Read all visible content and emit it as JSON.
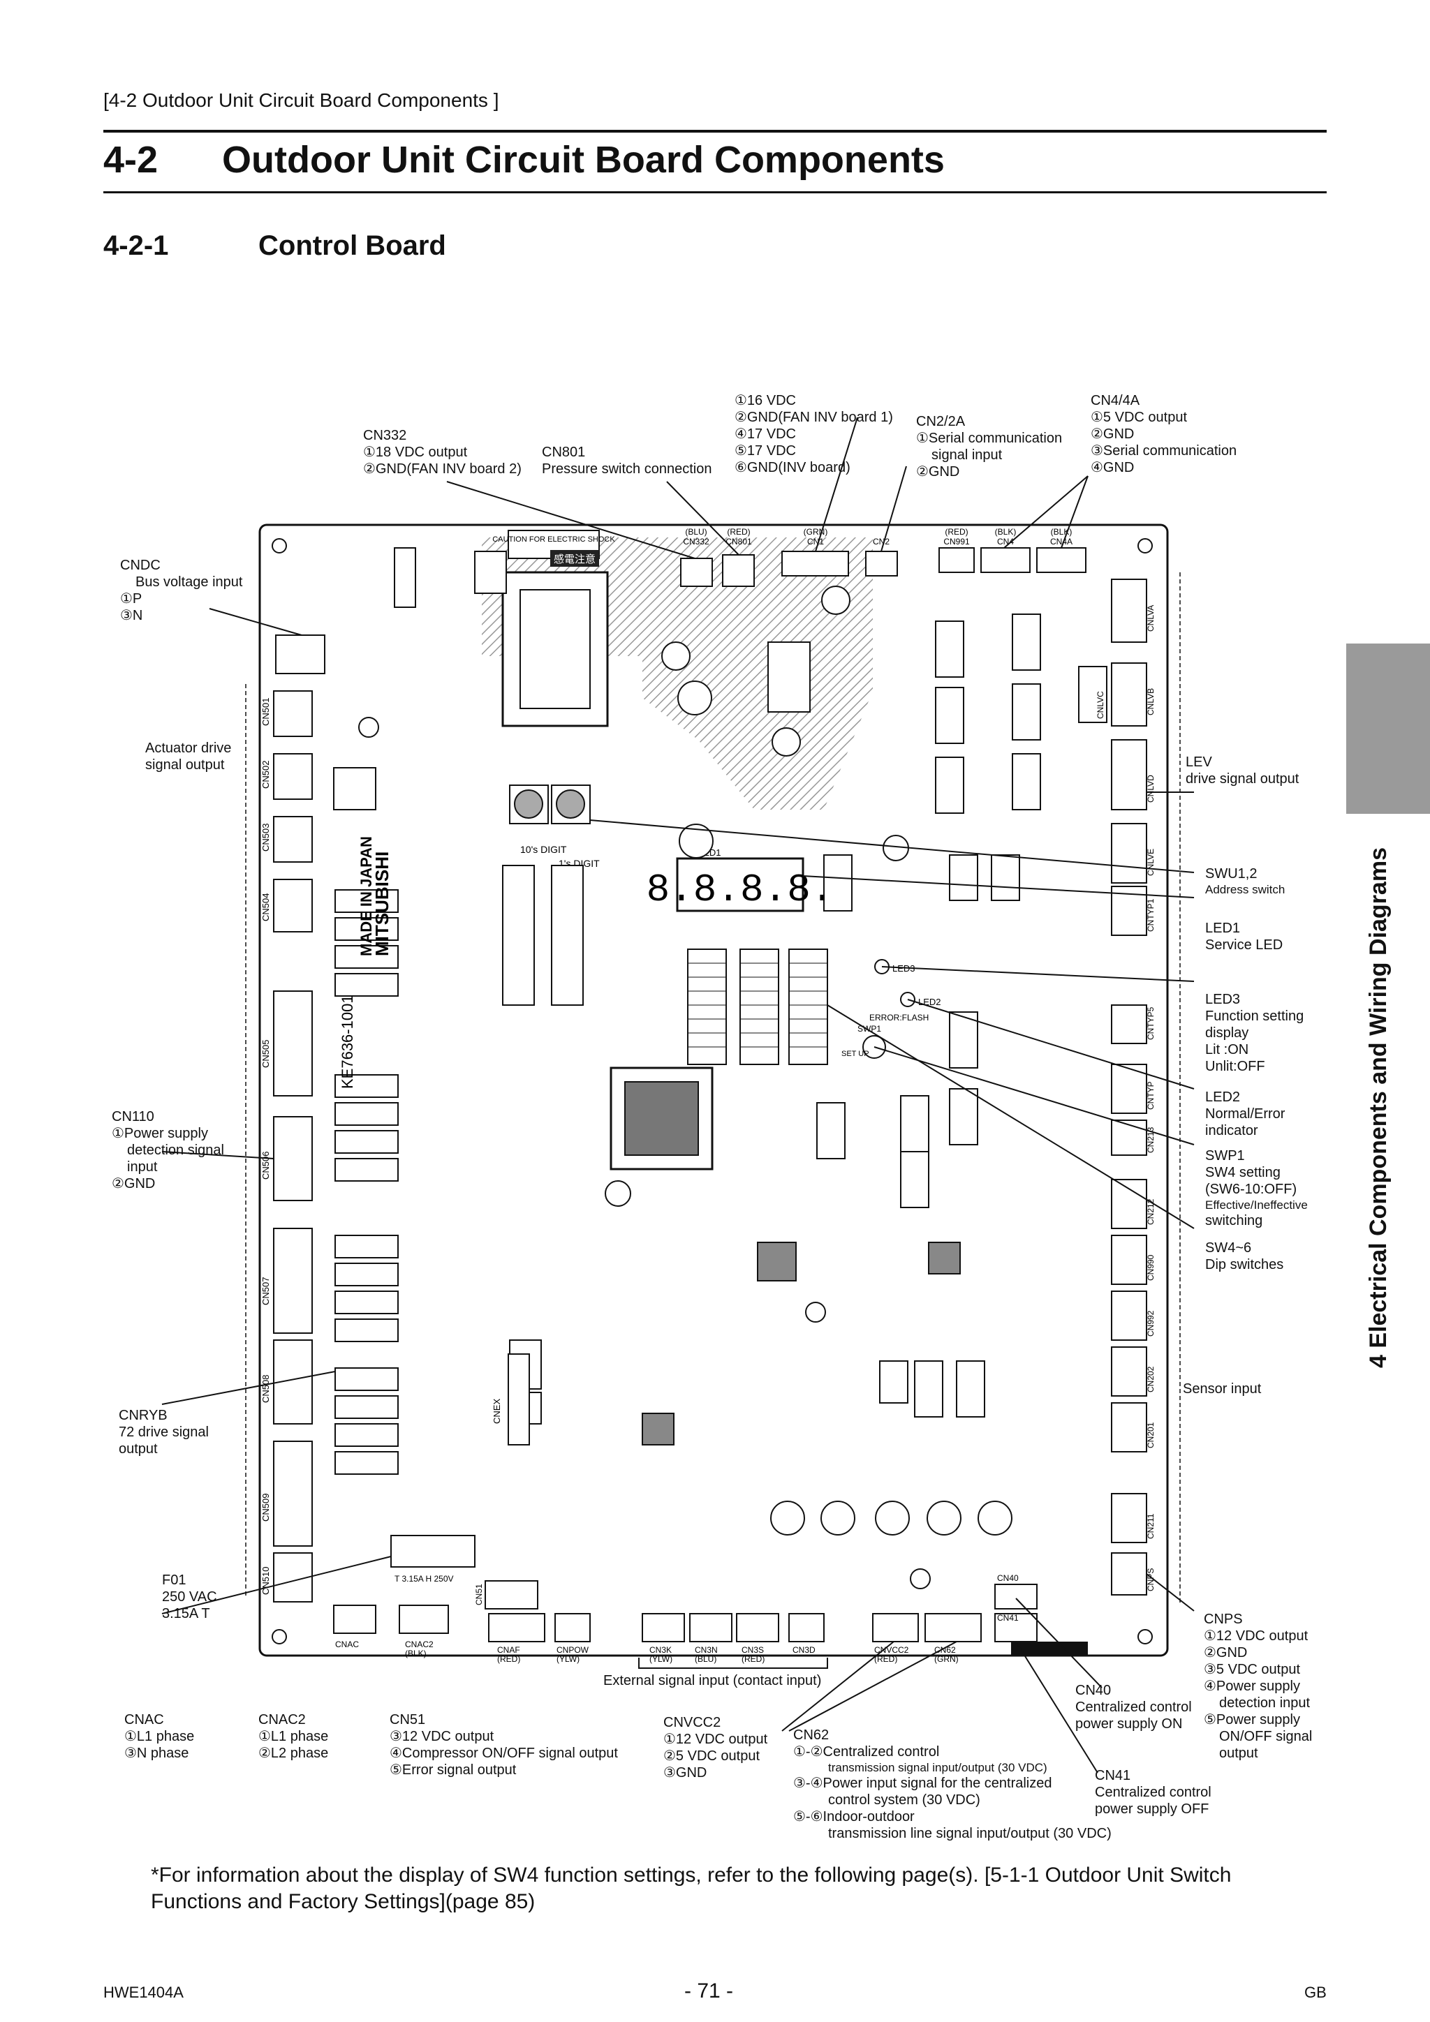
{
  "header": {
    "breadcrumb": "[4-2 Outdoor Unit Circuit Board Components ]",
    "section_number": "4-2",
    "section_title": "Outdoor Unit Circuit Board Components",
    "subsection_number": "4-2-1",
    "subsection_title": "Control Board"
  },
  "side_tab": {
    "text": "4  Electrical Components and Wiring Diagrams"
  },
  "callouts": {
    "cn332": [
      "CN332",
      "①18 VDC output",
      "②GND(FAN INV board 2)"
    ],
    "cn801": [
      "CN801",
      "Pressure switch connection"
    ],
    "cn1": [
      "①16 VDC",
      "②GND(FAN INV board 1)",
      "④17 VDC",
      "⑤17 VDC",
      "⑥GND(INV board)"
    ],
    "cn2": [
      "CN2/2A",
      "①Serial communication",
      "signal input",
      "②GND"
    ],
    "cn4": [
      "CN4/4A",
      "①5 VDC output",
      "②GND",
      "③Serial communication",
      "④GND"
    ],
    "cndc": [
      "CNDC",
      "Bus voltage input",
      "①P",
      "③N"
    ],
    "actuator": [
      "Actuator drive",
      "signal output"
    ],
    "lev": [
      "LEV",
      "drive signal output"
    ],
    "swu": [
      "SWU1,2",
      "Address switch"
    ],
    "led1": [
      "LED1",
      "Service LED"
    ],
    "led3": [
      "LED3",
      "Function setting",
      "display",
      "Lit :ON",
      "Unlit:OFF"
    ],
    "led2": [
      "LED2",
      "Normal/Error",
      "indicator"
    ],
    "swp1": [
      "SWP1",
      "SW4 setting",
      "(SW6-10:OFF)",
      "Effective/Ineffective",
      "switching"
    ],
    "sw4": [
      "SW4~6",
      "Dip switches"
    ],
    "cn110": [
      "CN110",
      "①Power supply",
      "detection signal",
      "input",
      "②GND"
    ],
    "sensor": [
      "Sensor input"
    ],
    "cnryb": [
      "CNRYB",
      "72 drive signal",
      "output"
    ],
    "f01": [
      "F01",
      "250 VAC",
      "3.15A T"
    ],
    "cnps": [
      "CNPS",
      "①12 VDC output",
      "②GND",
      "③5 VDC output",
      "④Power supply",
      "detection input",
      "⑤Power supply",
      "ON/OFF signal",
      "output"
    ],
    "cn40": [
      "CN40",
      "Centralized control",
      "power supply ON"
    ],
    "cn41": [
      "CN41",
      "Centralized control",
      "power supply OFF"
    ],
    "external": [
      "External signal input (contact input)"
    ],
    "cnac": [
      "CNAC",
      "①L1 phase",
      "③N phase"
    ],
    "cnac2": [
      "CNAC2",
      "①L1 phase",
      "②L2 phase"
    ],
    "cn51": [
      "CN51",
      "③12 VDC output",
      "④Compressor ON/OFF signal output",
      "⑤Error signal output"
    ],
    "cnvcc2": [
      "CNVCC2",
      "①12 VDC output",
      "②5 VDC output",
      "③GND"
    ],
    "cn62": [
      "CN62",
      "①-②Centralized control",
      "transmission signal input/output (30 VDC)",
      "③-④Power input signal for the centralized",
      "control system (30 VDC)",
      "⑤-⑥Indoor-outdoor",
      "transmission  line signal input/output (30 VDC)"
    ]
  },
  "board": {
    "top_connectors": [
      "CN332",
      "CN801",
      "CN1",
      "CN2",
      "CN991",
      "CN4",
      "CN4A"
    ],
    "top_connector_colors": [
      "(BLU)",
      "(RED)",
      "(GRN)",
      "",
      "(RED)",
      "(BLK)",
      "(BLK)"
    ],
    "left_connectors": [
      "CN501",
      "CN502",
      "CN503",
      "CN504",
      "CN505",
      "CN506",
      "CN507",
      "CN508",
      "CN509",
      "CN510"
    ],
    "right_connectors": [
      "CNLVA",
      "CNLVB",
      "CNLVC",
      "CNLVD",
      "CNLVE",
      "CNTYP1",
      "CNTYP5",
      "CNTYP",
      "CN213",
      "CN212",
      "CN990",
      "CN992",
      "CN202",
      "CN201",
      "CN211",
      "CNPS"
    ],
    "bottom_connectors": [
      "CNAC",
      "CNAC2",
      "CN51",
      "CNAF",
      "CNPOW",
      "CN3K",
      "CN3N",
      "CN3S",
      "CN3D",
      "CNVCC2",
      "CN62",
      "CN40",
      "CN41"
    ],
    "bottom_connector_colors": [
      "",
      "(BLK)",
      "",
      "(RED)",
      "(YLW)",
      "(YLW)",
      "(BLU)",
      "(RED)",
      "",
      "(RED)",
      "(GRN)",
      "",
      ""
    ],
    "marks": {
      "caution": "CAUTION FOR ELECTRIC SHOCK",
      "caution_jp": "感電注意",
      "made_in": "MADE IN JAPAN",
      "brand": "MITSUBISHI",
      "board_id": "KE7636-1001",
      "led1_label": "LED1",
      "led2_label": "LED2",
      "led3_label": "LED3",
      "error_flash": "ERROR:FLASH",
      "swp1": "SWP1",
      "set_up": "SET UP",
      "digit10": "10's DIGIT",
      "digit1": "1's DIGIT",
      "seg_display": "8.8.8.8.",
      "fuse_rating": "T 3.15A H 250V",
      "cnex": "CNEX"
    }
  },
  "footnote": "*For information about the display of SW4 function settings, refer to the following page(s). [5-1-1 Outdoor Unit Switch Functions and Factory Settings](page 85)",
  "footer": {
    "doc_code": "HWE1404A",
    "page": "- 71 -",
    "region": "GB"
  }
}
